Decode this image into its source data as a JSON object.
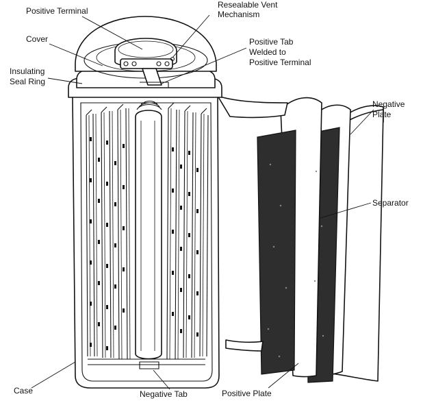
{
  "diagram": {
    "colors": {
      "ink": "#111111",
      "active_material": "#2e2e2e",
      "background": "#ffffff"
    },
    "labels": {
      "positive_terminal": "Positive Terminal",
      "vent_line1": "Resealable Vent",
      "vent_line2": "Mechanism",
      "cover": "Cover",
      "tab_line1": "Positive Tab",
      "tab_line2": "Welded to",
      "tab_line3": "Positive Terminal",
      "seal_line1": "Insulating",
      "seal_line2": "Seal Ring",
      "negative_plate_line1": "Negative",
      "negative_plate_line2": "Plate",
      "separator": "Separator",
      "case": "Case",
      "negative_tab": "Negative Tab",
      "positive_plate": "Positive Plate"
    }
  }
}
